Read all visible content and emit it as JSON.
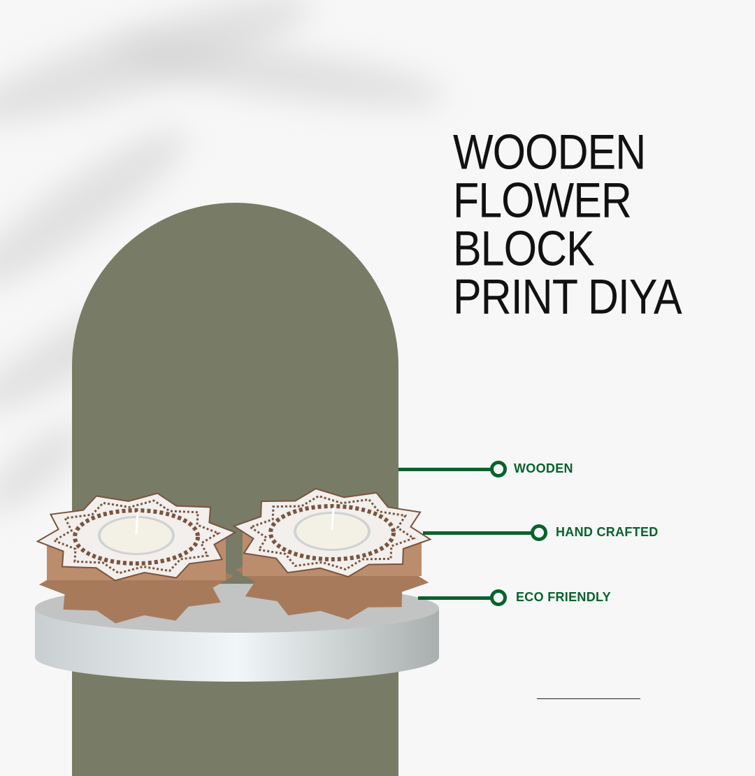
{
  "title_lines": [
    "WOODEN",
    "FLOWER",
    "BLOCK",
    "PRINT DIYA"
  ],
  "features": [
    {
      "label": "WOODEN",
      "icon": "pointer-dot-icon"
    },
    {
      "label": "HAND CRAFTED",
      "icon": "pointer-dot-icon"
    },
    {
      "label": "ECO FRIENDLY",
      "icon": "pointer-dot-icon"
    }
  ],
  "colors": {
    "accent": "#05632c",
    "arch": "#787c66",
    "background": "#f7f7f7",
    "wood": "#b98a6a"
  }
}
